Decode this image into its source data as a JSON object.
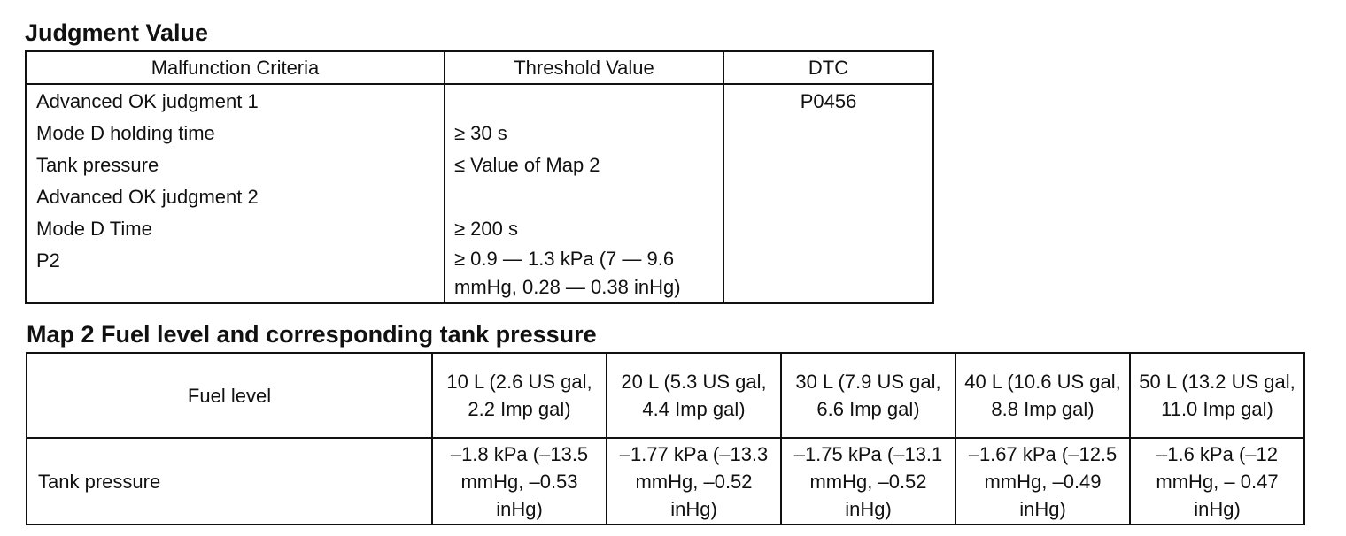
{
  "judgment": {
    "heading": "Judgment Value",
    "headers": [
      "Malfunction Criteria",
      "Threshold Value",
      "DTC"
    ],
    "criteria": [
      "Advanced OK judgment 1",
      "Mode D holding time",
      "Tank pressure",
      "Advanced OK judgment 2",
      "Mode D Time",
      "P2"
    ],
    "thresholds": [
      "",
      "≥ 30 s",
      "≤ Value of Map 2",
      "",
      "≥ 200 s",
      "≥ 0.9 — 1.3 kPa (7 — 9.6 mmHg, 0.28 — 0.38 inHg)"
    ],
    "dtc": "P0456"
  },
  "map": {
    "heading": "Map 2 Fuel level and corresponding tank pressure",
    "fuel_label": "Fuel level",
    "fuel_levels": [
      "10 L (2.6 US gal, 2.2 Imp gal)",
      "20 L (5.3 US gal, 4.4 Imp gal)",
      "30 L (7.9 US gal, 6.6 Imp gal)",
      "40 L (10.6 US gal, 8.8 Imp gal)",
      "50 L (13.2 US gal, 11.0 Imp gal)"
    ],
    "pressure_label": "Tank pressure",
    "pressures": [
      "–1.8 kPa (–13.5 mmHg, –0.53 inHg)",
      "–1.77 kPa (–13.3 mmHg, –0.52 inHg)",
      "–1.75 kPa (–13.1 mmHg, –0.52 inHg)",
      "–1.67 kPa (–12.5 mmHg, –0.49 inHg)",
      "–1.6 kPa (–12 mmHg, – 0.47 inHg)"
    ]
  }
}
